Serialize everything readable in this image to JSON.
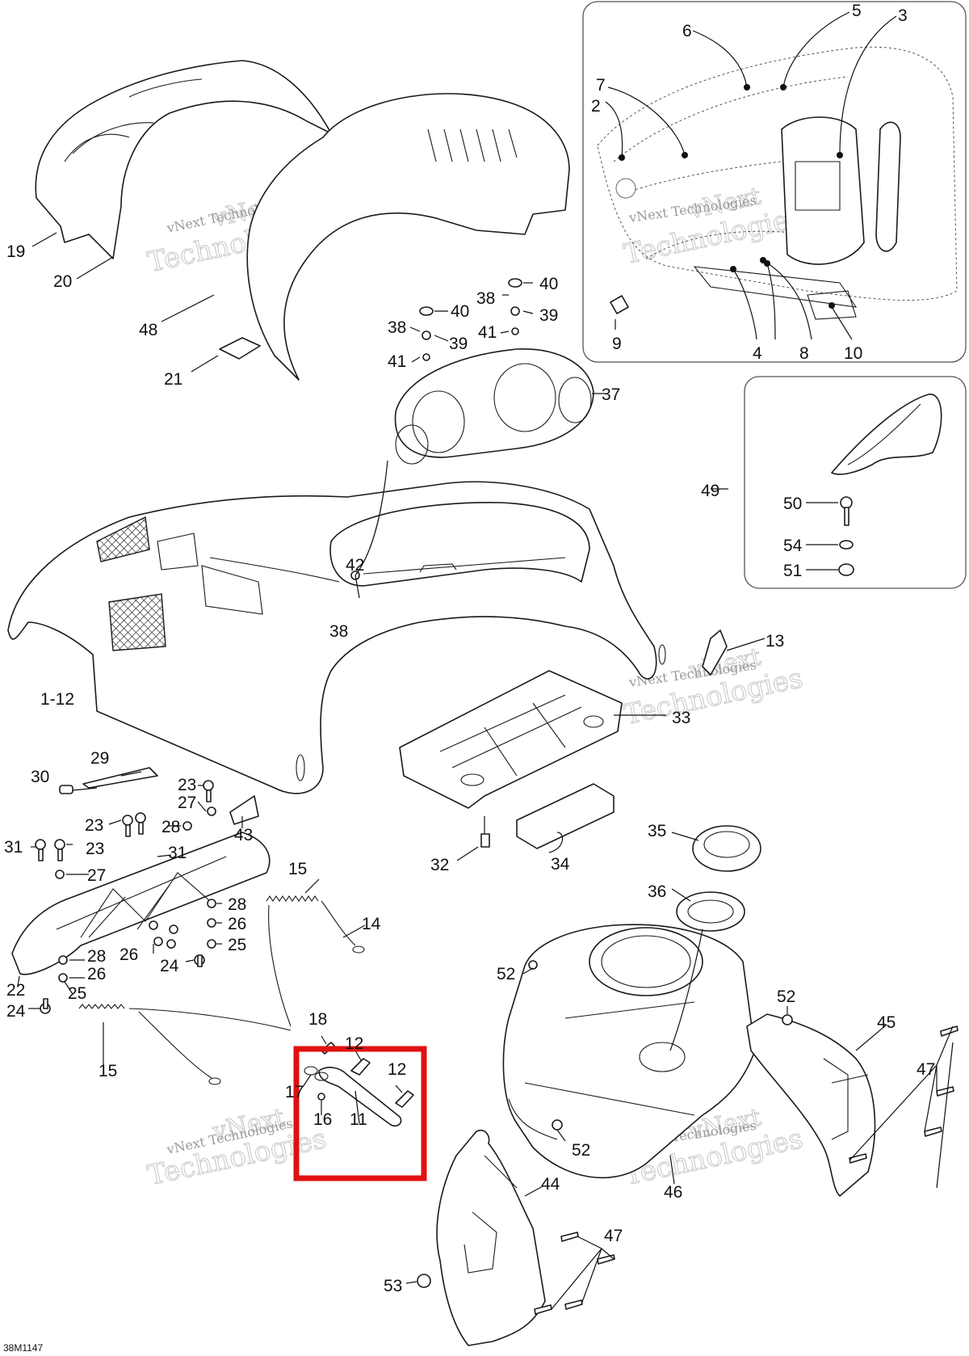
{
  "diagram": {
    "drawing_code": "38M1147",
    "watermark": {
      "line1": "vNext",
      "line2": "Technologies",
      "small": "vNext Technologies"
    },
    "highlight_color": "#e01010",
    "callouts": {
      "c1": "1-12",
      "c2": "2",
      "c3": "3",
      "c4": "4",
      "c5": "5",
      "c6": "6",
      "c7": "7",
      "c8": "8",
      "c9": "9",
      "c10": "10",
      "c11": "11",
      "c12a": "12",
      "c12b": "12",
      "c13": "13",
      "c14": "14",
      "c15a": "15",
      "c15b": "15",
      "c16": "16",
      "c17": "17",
      "c18": "18",
      "c19": "19",
      "c20": "20",
      "c21": "21",
      "c22": "22",
      "c23a": "23",
      "c23b": "23",
      "c23c": "23",
      "c24a": "24",
      "c24b": "24",
      "c25a": "25",
      "c25b": "25",
      "c26a": "26",
      "c26b": "26",
      "c26c": "26",
      "c27a": "27",
      "c27b": "27",
      "c28a": "28",
      "c28b": "28",
      "c28c": "28",
      "c29": "29",
      "c30": "30",
      "c31a": "31",
      "c31b": "31",
      "c32": "32",
      "c33": "33",
      "c34": "34",
      "c35": "35",
      "c36": "36",
      "c37": "37",
      "c38a": "38",
      "c38b": "38",
      "c38c": "38",
      "c39a": "39",
      "c39b": "39",
      "c40a": "40",
      "c40b": "40",
      "c41a": "41",
      "c41b": "41",
      "c42": "42",
      "c43": "43",
      "c44": "44",
      "c45": "45",
      "c46": "46",
      "c47a": "47",
      "c47b": "47",
      "c48": "48",
      "c49": "49",
      "c50": "50",
      "c51": "51",
      "c52a": "52",
      "c52b": "52",
      "c52c": "52",
      "c53": "53",
      "c54": "54"
    }
  }
}
